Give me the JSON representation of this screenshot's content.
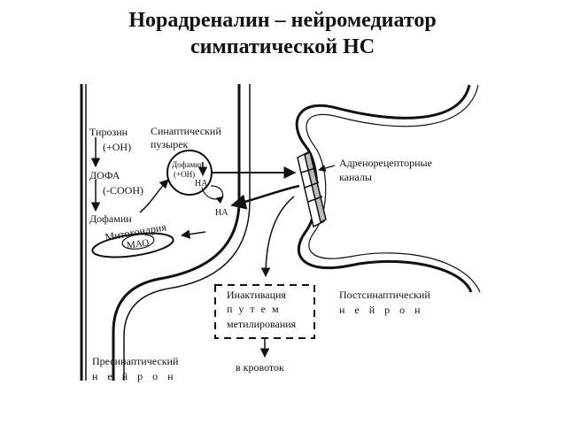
{
  "slide": {
    "title_line1": "Норадреналин – нейромедиатор",
    "title_line2": "симпатической НС"
  },
  "diagram": {
    "tyrosine": "Тирозин",
    "oh1": "(+ОН)",
    "dopa": "ДОФА",
    "cooh": "(-СООН)",
    "dopamine": "Дофамин",
    "vesicle_1": "Синаптический",
    "vesicle_2": "пузырек",
    "ves_dopamine": "Дофамин",
    "ves_oh": "(+ОН)",
    "ves_na": "НА",
    "na_free": "НА",
    "mitochondria": "Митохондрия",
    "mao": "МАО",
    "receptor_1": "Адренорецепторные",
    "receptor_2": "каналы",
    "inact_1": "Инактивация",
    "inact_2": "п у т е м",
    "inact_3": "метилирования",
    "blood": "в кровоток",
    "post_1": "Постсинаптический",
    "post_2": "н е й р о н",
    "pre_1": "Пресинаптический",
    "pre_2": "н е й р о н"
  }
}
